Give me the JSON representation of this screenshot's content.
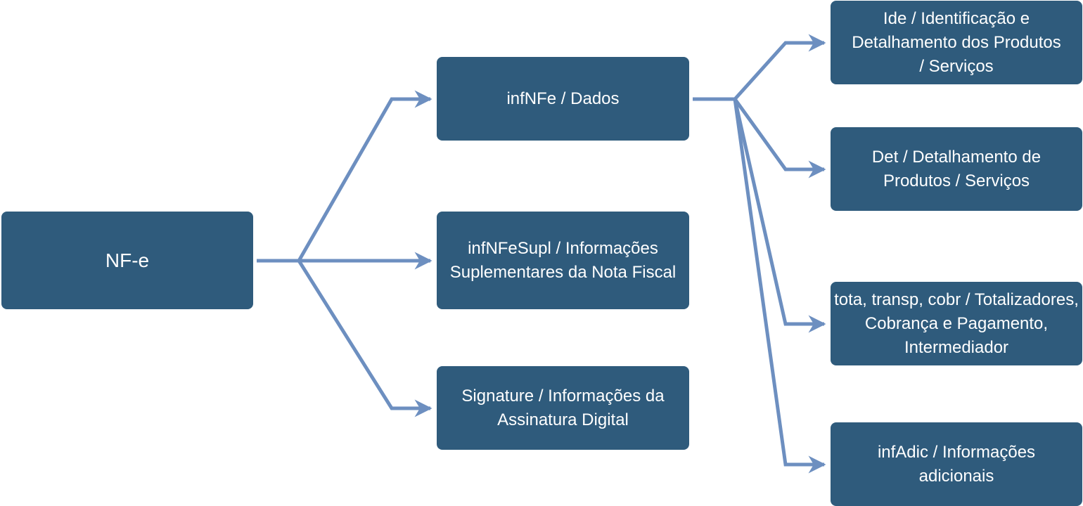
{
  "colors": {
    "box": "#2f5b7c",
    "connector": "#6d8fc0",
    "text": "#ffffff"
  },
  "root": {
    "label": "NF-e"
  },
  "level1": [
    {
      "label": "infNFe / Dados"
    },
    {
      "label": "infNFeSupl / Informações Suplementares da Nota Fiscal"
    },
    {
      "label": "Signature / Informações da Assinatura Digital"
    }
  ],
  "level2": [
    {
      "label": "Ide / Identificação e Detalhamento dos Produtos / Serviços"
    },
    {
      "label": "Det / Detalhamento de Produtos / Serviços"
    },
    {
      "label": "tota, transp, cobr / Totalizadores, Cobrança e Pagamento, Intermediador"
    },
    {
      "label": "infAdic / Informações adicionais"
    }
  ]
}
